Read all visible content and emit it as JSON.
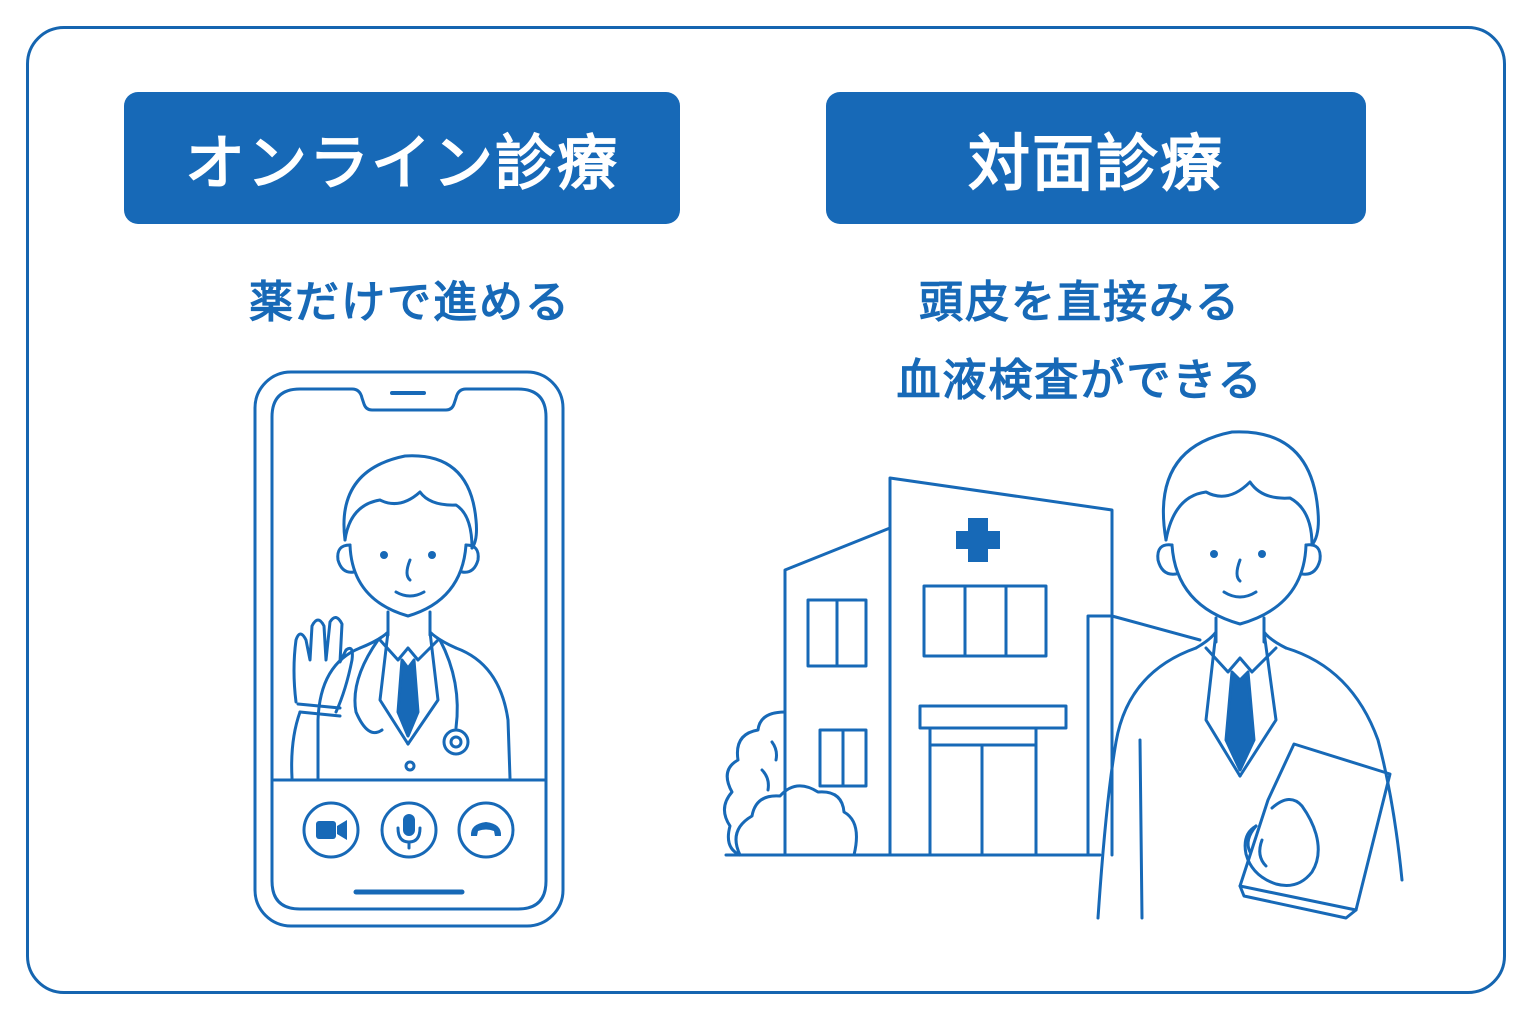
{
  "colors": {
    "primary": "#1769b7",
    "line": "#1565b0",
    "background": "#ffffff"
  },
  "left_panel": {
    "title": "オンライン診療",
    "caption": "薬だけで進める",
    "illustration": "smartphone-video-call-doctor",
    "call_controls": [
      {
        "icon": "video-camera-icon"
      },
      {
        "icon": "microphone-icon"
      },
      {
        "icon": "hang-up-phone-icon"
      }
    ]
  },
  "right_panel": {
    "title": "対面診療",
    "caption_lines": [
      "頭皮を直接みる",
      "血液検査ができる"
    ],
    "illustration": "hospital-building-and-doctor"
  }
}
